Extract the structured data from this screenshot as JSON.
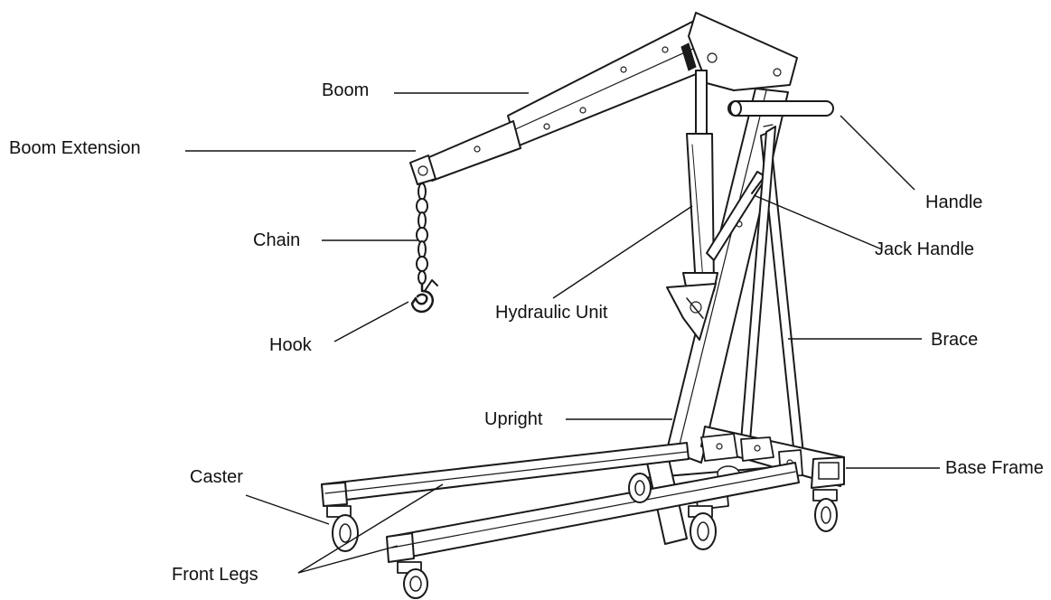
{
  "labels": {
    "boom": "Boom",
    "boom_extension": "Boom Extension",
    "chain": "Chain",
    "hook": "Hook",
    "hydraulic_unit": "Hydraulic Unit",
    "handle": "Handle",
    "jack_handle": "Jack Handle",
    "brace": "Brace",
    "upright": "Upright",
    "base_frame": "Base Frame",
    "caster": "Caster",
    "front_legs": "Front Legs"
  }
}
